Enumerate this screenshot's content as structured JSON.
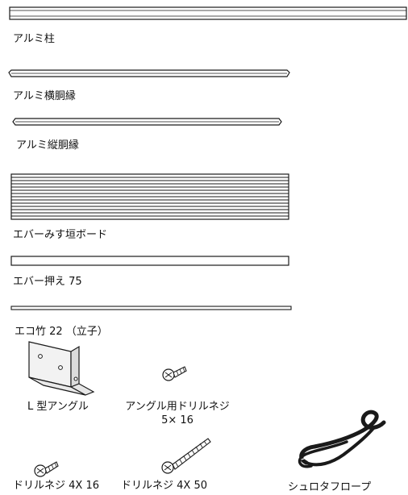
{
  "parts": {
    "aluminum_post": "アルミ柱",
    "aluminum_horizontal_rail": "アルミ横胴縁",
    "aluminum_vertical_rail": "アルミ縦胴縁",
    "eva_bamboo_fence_board": "エバーみす垣ボード",
    "eva_holder": "エバー押え 75",
    "eco_bamboo": "エコ竹 22 （立子）",
    "l_angle": "L 型アングル",
    "angle_drill_screw_line1": "アングル用ドリルネジ",
    "angle_drill_screw_line2": "5× 16",
    "drill_screw_4x16": "ドリルネジ 4X 16",
    "drill_screw_4x50": "ドリルネジ 4X 50",
    "palm_rope": "シュロタフロープ"
  },
  "colors": {
    "line": "#1a1a1a",
    "fill": "#ffffff",
    "metal": "#dcdcdc"
  }
}
